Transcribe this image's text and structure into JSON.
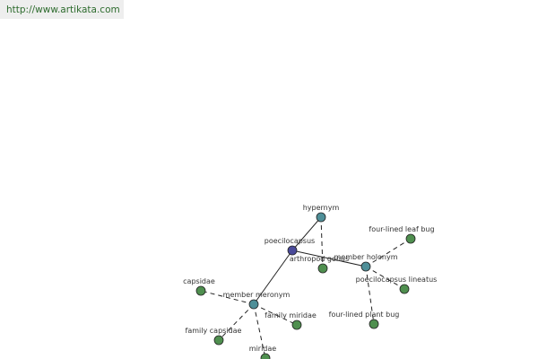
{
  "header": {
    "url": "http://www.artikata.com"
  },
  "colors": {
    "center": "#4a4a9a",
    "relation": "#4f8f98",
    "leaf": "#4f8f4f",
    "edge": "#222222"
  },
  "graph": {
    "nodes": {
      "center": {
        "label": "poecilocapsus",
        "kind": "center"
      },
      "hypernym": {
        "label": "hypernym",
        "kind": "relation"
      },
      "holonym": {
        "label": "member holonym",
        "kind": "relation"
      },
      "meronym": {
        "label": "member meronym",
        "kind": "relation"
      },
      "arthropod": {
        "label": "arthropod genus",
        "kind": "leaf"
      },
      "fourlined_leaf": {
        "label": "four-lined leaf bug",
        "kind": "leaf"
      },
      "lineatus": {
        "label": "poecilocapsus lineatus",
        "kind": "leaf"
      },
      "fourlined_plant": {
        "label": "four-lined plant bug",
        "kind": "leaf"
      },
      "capsidae": {
        "label": "capsidae",
        "kind": "leaf"
      },
      "family_capsidae": {
        "label": "family capsidae",
        "kind": "leaf"
      },
      "family_miridae": {
        "label": "family miridae",
        "kind": "leaf"
      },
      "miridae": {
        "label": "miridae",
        "kind": "leaf"
      }
    },
    "edges": [
      {
        "from": "center",
        "to": "hypernym",
        "style": "solid"
      },
      {
        "from": "center",
        "to": "holonym",
        "style": "solid"
      },
      {
        "from": "center",
        "to": "meronym",
        "style": "solid"
      },
      {
        "from": "hypernym",
        "to": "arthropod",
        "style": "dashed"
      },
      {
        "from": "holonym",
        "to": "fourlined_leaf",
        "style": "dashed"
      },
      {
        "from": "holonym",
        "to": "lineatus",
        "style": "dashed"
      },
      {
        "from": "holonym",
        "to": "fourlined_plant",
        "style": "dashed"
      },
      {
        "from": "meronym",
        "to": "capsidae",
        "style": "dashed"
      },
      {
        "from": "meronym",
        "to": "family_capsidae",
        "style": "dashed"
      },
      {
        "from": "meronym",
        "to": "family_miridae",
        "style": "dashed"
      },
      {
        "from": "meronym",
        "to": "miridae",
        "style": "dashed"
      }
    ]
  }
}
